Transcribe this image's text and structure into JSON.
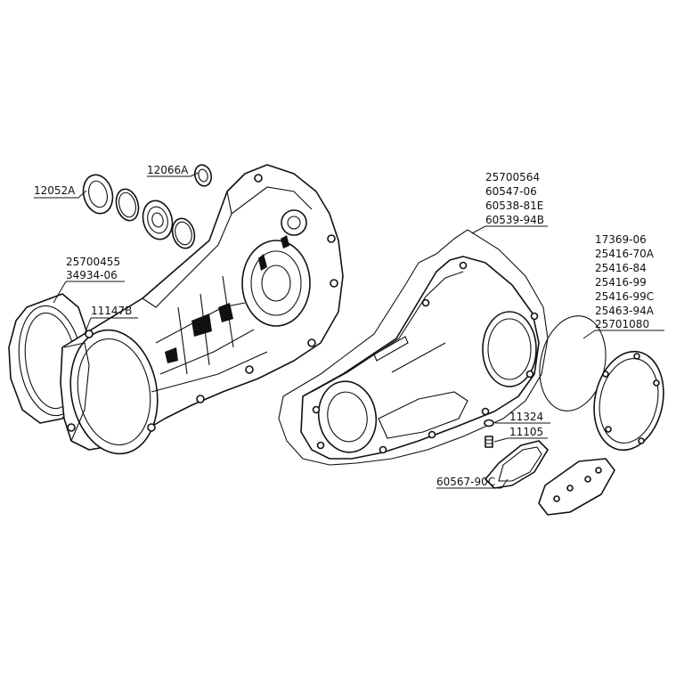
{
  "labels": {
    "p12052A": "12052A",
    "p12066A": "12066A",
    "p25700455": "25700455",
    "p34934_06": "34934-06",
    "p11147B": "11147B",
    "p25700564": "25700564",
    "p60547_06": "60547-06",
    "p60538_81E": "60538-81E",
    "p60539_94B": "60539-94B",
    "p17369_06": "17369-06",
    "p25416_70A": "25416-70A",
    "p25416_84": "25416-84",
    "p25416_99": "25416-99",
    "p25416_99C": "25416-99C",
    "p25463_94A": "25463-94A",
    "p25701080": "25701080",
    "p11324": "11324",
    "p11105": "11105",
    "p60567_90C": "60567-90C"
  }
}
